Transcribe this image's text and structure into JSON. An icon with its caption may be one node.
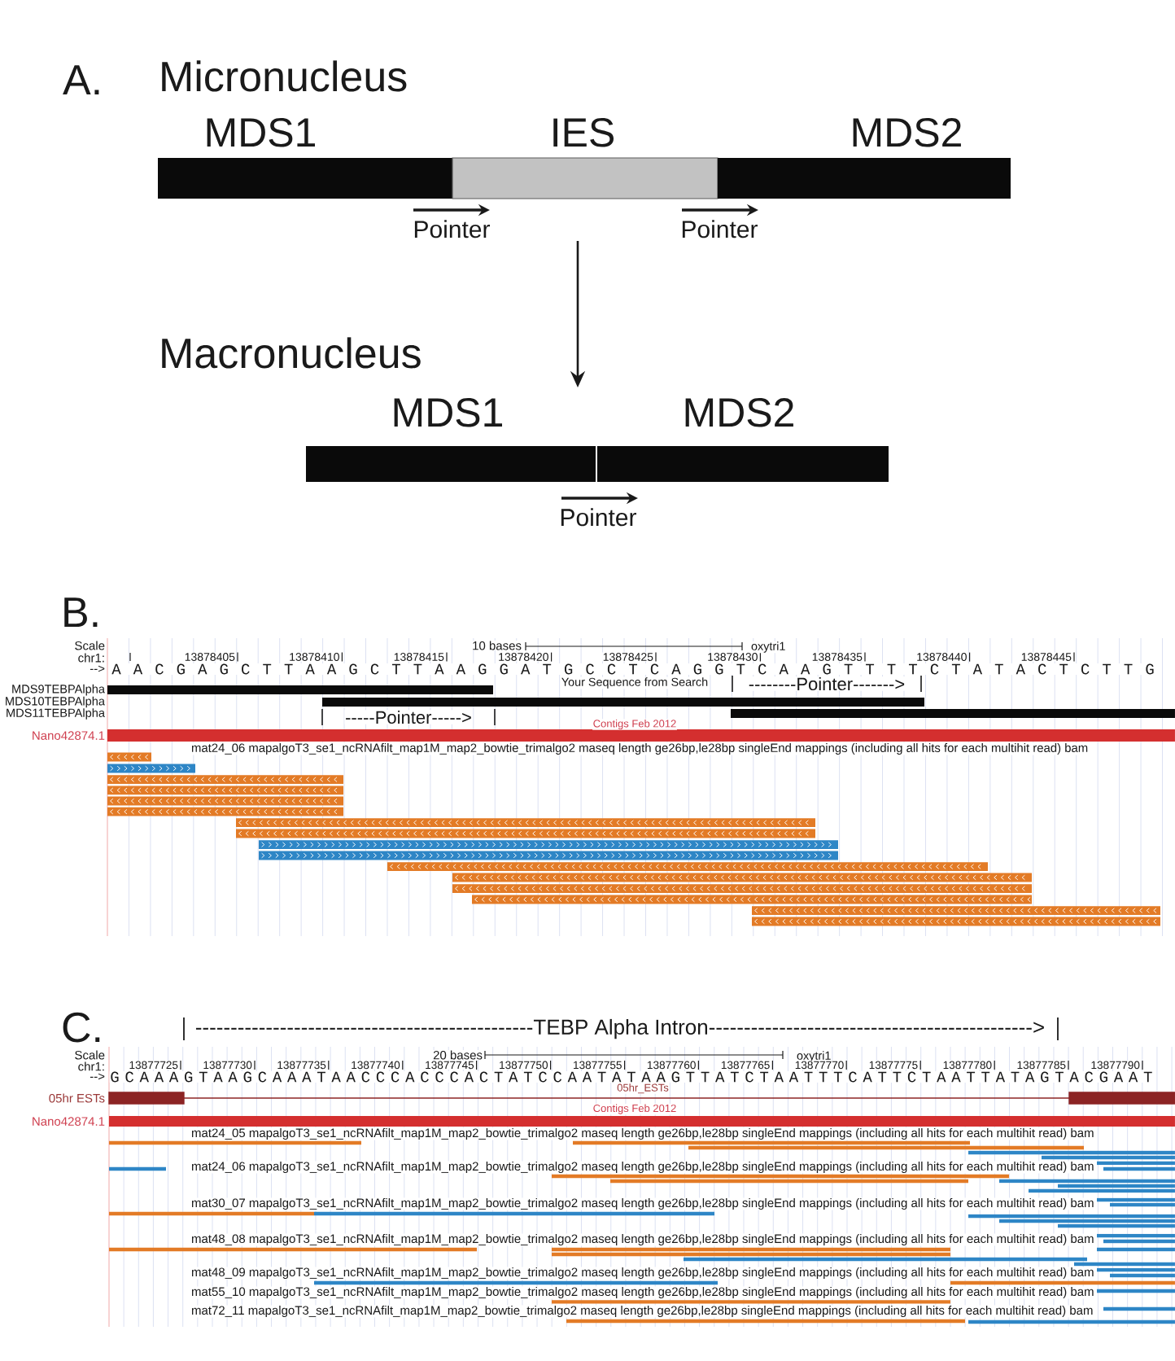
{
  "diagram": {
    "nodes": [
      {
        "text": [
          "MDS1"
        ]
      },
      {
        "text": [
          "IES"
        ]
      },
      {
        "text": [
          "MDS2"
        ]
      },
      {
        "text": [
          "MDS1"
        ]
      },
      {
        "text": [
          "MDS2"
        ]
      }
    ],
    "edges": [
      {
        "from": 1,
        "to": 3,
        "arrow": "to"
      }
    ],
    "labels": [
      "A.",
      "Micronucleus",
      "Pointer",
      "Pointer",
      "Macronucleus",
      "Pointer",
      "B.",
      "Scale",
      "10 bases",
      "oxytri1",
      "chr1:",
      "13878405",
      "13878410",
      "13878415",
      "13878420",
      "13878425",
      "13878430",
      "13878435",
      "13878440",
      "13878445",
      "-->",
      "A A C G A G C T T A A G C T T A A G G A T G C C T C A G G T C A A G T T T T C T A T A C T C T T G",
      "Your Sequence from Search",
      "--------Pointer------->",
      "MDS9TEBPAlpha",
      "MDS10TEBPAlpha",
      "MDS11TEBPAlpha",
      "-----Pointer----->",
      "Contigs Feb 2012",
      "Nano42874.1",
      "mat24_06 mapalgoT3_se1_ncRNAfilt_map1M_map2_bowtie_trimalgo2 maseq length ge26bp,le28bp singleEnd mappings (including all hits for each multihit read) bam",
      "C.",
      "------------------------------------------------TEBP Alpha Intron---------------------------------------------->",
      "Scale",
      "20 bases",
      "oxytri1",
      "chr1:",
      "13877725",
      "13877730",
      "13877735",
      "13877740",
      "13877745",
      "13877750",
      "13877755",
      "13877760",
      "13877765",
      "13877770",
      "13877775",
      "13877780",
      "13877785",
      "13877790",
      "-->",
      "G C A A A G T A A G C A A A T A A C C C A C C C A C T A T C C A A T A T A A G T T A T C T A A T T T C A T T C T A A T T A T A G T A C G A A T",
      "05hr_ESTs",
      "05hr ESTs",
      "Contigs Feb 2012",
      "Nano42874.1",
      "mat24_05 mapalgoT3_se1_ncRNAfilt_map1M_map2_bowtie_trimalgo2 maseq length ge26bp,le28bp singleEnd mappings (including all hits for each multihit read) bam",
      "mat24_06 mapalgoT3_se1_ncRNAfilt_map1M_map2_bowtie_trimalgo2 maseq length ge26bp,le28bp singleEnd mappings (including all hits for each multihit read) bam",
      "mat30_07 mapalgoT3_se1_ncRNAfilt_map1M_map2_bowtie_trimalgo2 maseq length ge26bp,le28bp singleEnd mappings (including all hits for each multihit read) bam",
      "mat48_08 mapalgoT3_se1_ncRNAfilt_map1M_map2_bowtie_trimalgo2 maseq length ge26bp,le28bp singleEnd mappings (including all hits for each multihit read) bam",
      "mat48_09 mapalgoT3_se1_ncRNAfilt_map1M_map2_bowtie_trimalgo2 maseq length ge26bp,le28bp singleEnd mappings (including all hits for each multihit read) bam",
      "mat55_10 mapalgoT3_se1_ncRNAfilt_map1M_map2_bowtie_trimalgo2 maseq length ge26bp,le28bp singleEnd mappings (including all hits for each multihit read) bam",
      "mat72_11 mapalgoT3_se1_ncRNAfilt_map1M_map2_bowtie_trimalgo2 maseq length ge26bp,le28bp singleEnd mappings (including all hits for each multihit read) bam"
    ]
  }
}
